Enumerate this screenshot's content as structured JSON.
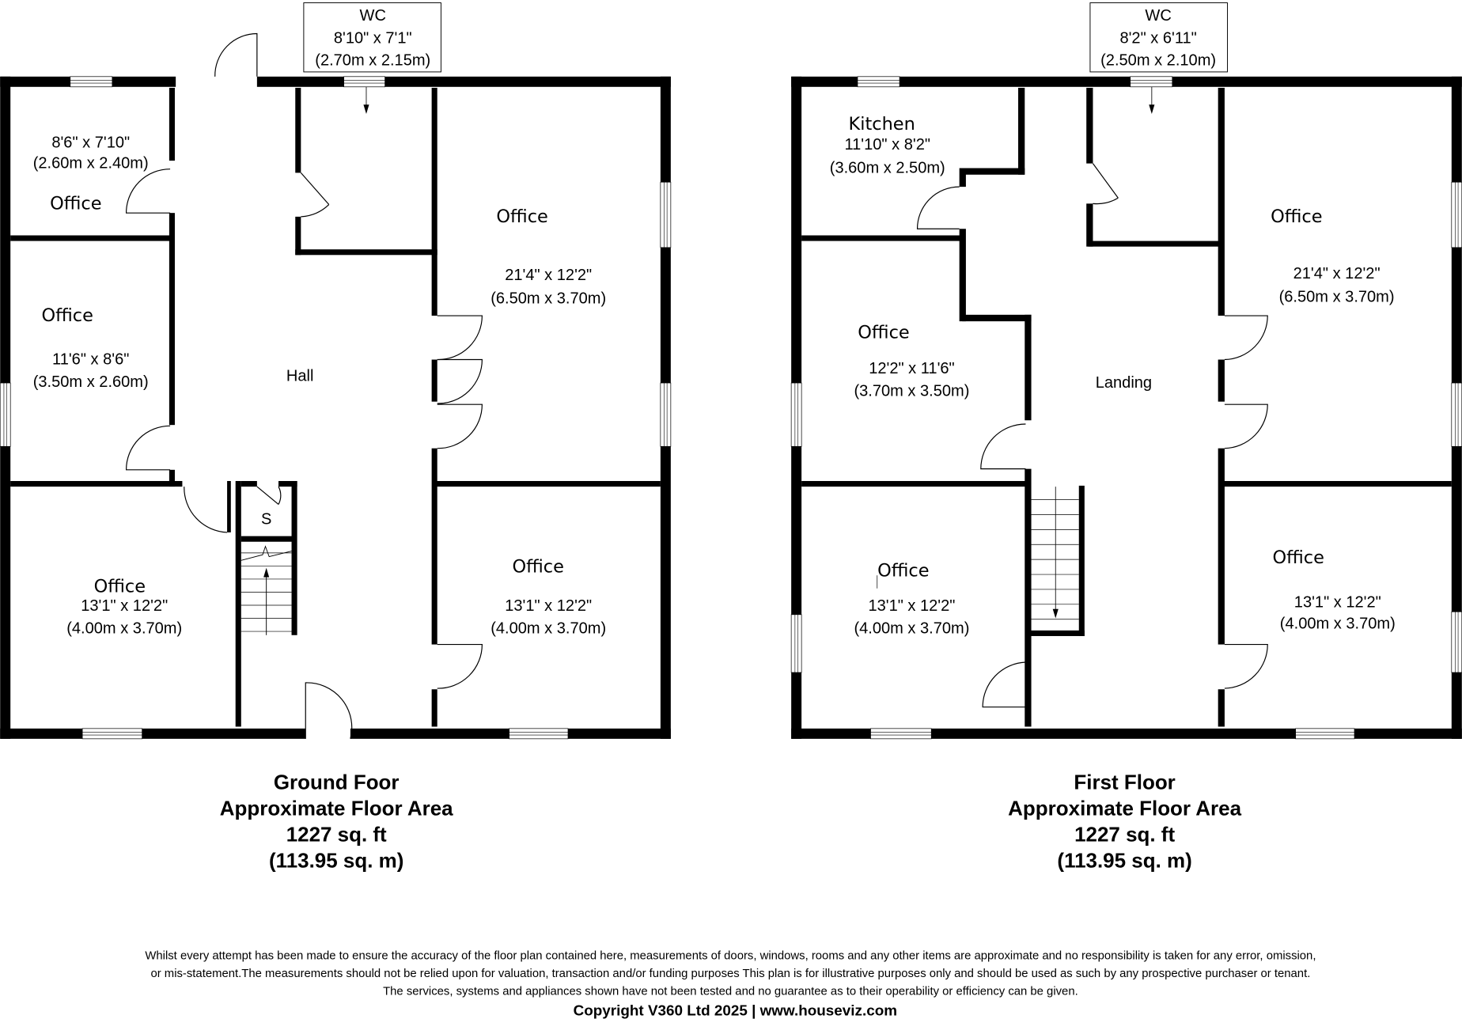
{
  "colors": {
    "wall": "#000000",
    "background": "#ffffff",
    "window": "#ffffff"
  },
  "ground_floor": {
    "wc": {
      "name": "WC",
      "dim_imperial": "8'10\" x 7'1\"",
      "dim_metric": "(2.70m x 2.15m)"
    },
    "rooms": [
      {
        "name": "Office",
        "dim_imperial": "8'6\" x 7'10\"",
        "dim_metric": "(2.60m x 2.40m)"
      },
      {
        "name": "Office",
        "dim_imperial": "11'6\" x 8'6\"",
        "dim_metric": "(3.50m x 2.60m)"
      },
      {
        "name": "Office",
        "dim_imperial": "13'1\" x 12'2\"",
        "dim_metric": "(4.00m x 3.70m)"
      },
      {
        "name": "Office",
        "dim_imperial": "21'4\" x 12'2\"",
        "dim_metric": "(6.50m x 3.70m)"
      },
      {
        "name": "Office",
        "dim_imperial": "13'1\" x 12'2\"",
        "dim_metric": "(4.00m x 3.70m)"
      }
    ],
    "hall": "Hall",
    "store": "S",
    "title": "Ground Foor",
    "area_label": "Approximate Floor Area",
    "area_sqft": "1227 sq. ft",
    "area_sqm": "(113.95 sq. m)"
  },
  "first_floor": {
    "wc": {
      "name": "WC",
      "dim_imperial": "8'2\" x 6'11\"",
      "dim_metric": "(2.50m x 2.10m)"
    },
    "rooms": [
      {
        "name": "Kitchen",
        "dim_imperial": "11'10\" x 8'2\"",
        "dim_metric": "(3.60m x 2.50m)"
      },
      {
        "name": "Office",
        "dim_imperial": "12'2\" x 11'6\"",
        "dim_metric": "(3.70m x 3.50m)"
      },
      {
        "name": "Office",
        "dim_imperial": "13'1\" x 12'2\"",
        "dim_metric": "(4.00m x 3.70m)"
      },
      {
        "name": "Office",
        "dim_imperial": "21'4\" x 12'2\"",
        "dim_metric": "(6.50m x 3.70m)"
      },
      {
        "name": "Office",
        "dim_imperial": "13'1\" x 12'2\"",
        "dim_metric": "(4.00m x 3.70m)"
      }
    ],
    "landing": "Landing",
    "title": "First Floor",
    "area_label": "Approximate Floor Area",
    "area_sqft": "1227 sq. ft",
    "area_sqm": "(113.95 sq. m)"
  },
  "disclaimer": [
    "Whilst every attempt has been made to ensure the accuracy of the floor plan contained here, measurements of doors, windows, rooms and any other items are approximate and no responsibility is taken for any error, omission,",
    "or mis-statement.The measurements should not be relied upon for valuation, transaction and/or funding purposes This plan is for illustrative purposes only and should be used as such by any prospective purchaser or tenant.",
    "The services, systems and appliances shown have not been tested and no guarantee as to their operability or efficiency can be given."
  ],
  "copyright": "Copyright V360 Ltd 2025 | www.houseviz.com"
}
